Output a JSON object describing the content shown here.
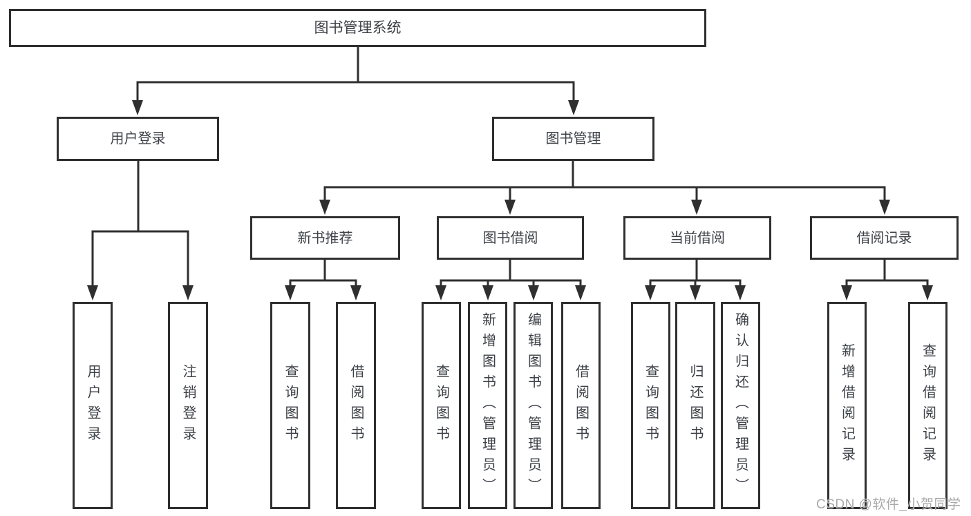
{
  "diagram": {
    "root": {
      "label": "图书管理系统"
    },
    "branches": [
      {
        "label": "用户登录",
        "children": [
          {
            "label": "用户登录"
          },
          {
            "label": "注销登录"
          }
        ]
      },
      {
        "label": "图书管理",
        "children": [
          {
            "label": "新书推荐",
            "children": [
              {
                "label": "查询图书"
              },
              {
                "label": "借阅图书"
              }
            ]
          },
          {
            "label": "图书借阅",
            "children": [
              {
                "label": "查询图书"
              },
              {
                "label": "新增图书（管理员）"
              },
              {
                "label": "编辑图书（管理员）"
              },
              {
                "label": "借阅图书"
              }
            ]
          },
          {
            "label": "当前借阅",
            "children": [
              {
                "label": "查询图书"
              },
              {
                "label": "归还图书"
              },
              {
                "label": "确认归还（管理员）"
              }
            ]
          },
          {
            "label": "借阅记录",
            "children": [
              {
                "label": "新增借阅记录"
              },
              {
                "label": "查询借阅记录"
              }
            ]
          }
        ]
      }
    ]
  },
  "watermark": {
    "text": "CSDN @软件_小贺同学"
  },
  "colors": {
    "line": "#2f2f2f",
    "text": "#3d4147",
    "watermark": "#a9a9a9",
    "background": "#ffffff"
  }
}
